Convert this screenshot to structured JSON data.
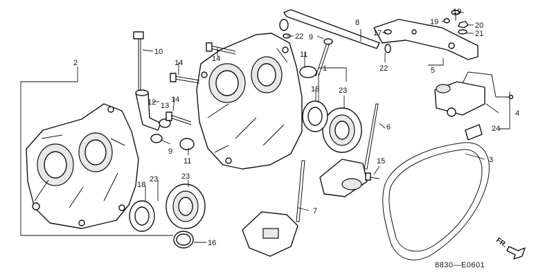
{
  "diagram": {
    "callouts": {
      "c1": "1",
      "c2": "2",
      "c3": "3",
      "c4": "4",
      "c5": "5",
      "c6": "6",
      "c7": "7",
      "c8": "8",
      "c9a": "9",
      "c9b": "9",
      "c10": "10",
      "c11a": "11",
      "c11b": "11",
      "c12": "12",
      "c13": "13",
      "c14a": "14",
      "c14b": "14",
      "c15": "15",
      "c16": "16",
      "c17": "17",
      "c18a": "18",
      "c18b": "18",
      "c19a": "19",
      "c19b": "19",
      "c20": "20",
      "c21": "21",
      "c22a": "22",
      "c22b": "22",
      "c23a": "23",
      "c23b": "23",
      "c24": "24"
    },
    "figure_code": "8830—E0601",
    "direction_label": "FR."
  }
}
